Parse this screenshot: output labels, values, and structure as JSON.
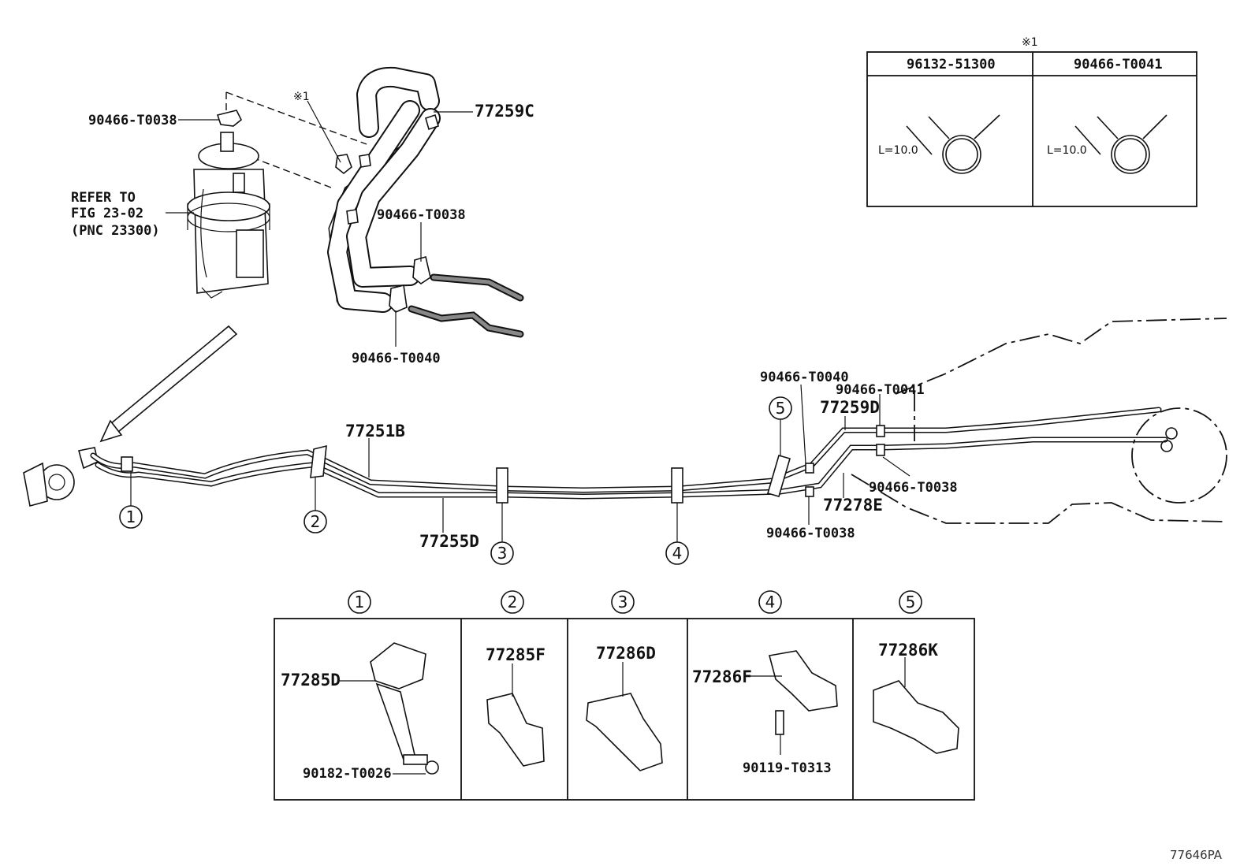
{
  "diagram": {
    "figure_id": "77646PA",
    "note_mark": "※1",
    "callouts": {
      "clip_top": "90466-T0038",
      "refer_line1": "REFER TO",
      "refer_line2": "FIG 23-02",
      "refer_line3": "(PNC 23300)",
      "note_mark_top": "※1",
      "hose_c": "77259C",
      "clip_mid": "90466-T0038",
      "clip_low": "90466-T0040",
      "tube_b": "77251B",
      "tube_d": "77255D",
      "rear_clip_t0040": "90466-T0040",
      "rear_clip_t0041": "90466-T0041",
      "hose_d": "77259D",
      "rear_clip_t0038_right": "90466-T0038",
      "hose_e": "77278E",
      "rear_clip_t0038_bottom": "90466-T0038"
    },
    "position_markers": [
      "1",
      "2",
      "3",
      "4",
      "5"
    ],
    "note_table": {
      "header": "※1",
      "columns": [
        {
          "part_no": "96132-51300",
          "dimension": "L=10.0"
        },
        {
          "part_no": "90466-T0041",
          "dimension": "L=10.0"
        }
      ]
    },
    "detail_table": {
      "headers": [
        "1",
        "2",
        "3",
        "4",
        "5"
      ],
      "cells": [
        {
          "parts": [
            "77285D",
            "90182-T0026"
          ]
        },
        {
          "parts": [
            "77285F"
          ]
        },
        {
          "parts": [
            "77286D"
          ]
        },
        {
          "parts": [
            "77286F",
            "90119-T0313"
          ]
        },
        {
          "parts": [
            "77286K"
          ]
        }
      ]
    }
  }
}
